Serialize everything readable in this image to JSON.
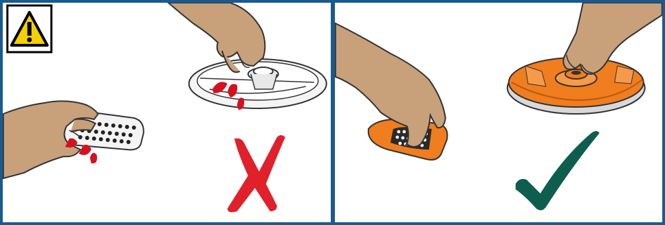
{
  "figure": {
    "panels": [
      {
        "id": "incorrect",
        "verdict": "wrong",
        "mark_icon": "cross-mark-icon",
        "mark_color": "#e0202a"
      },
      {
        "id": "correct",
        "verdict": "right",
        "mark_icon": "check-mark-icon",
        "mark_color": "#0d5e4e"
      }
    ],
    "warning_icon": "warning-triangle-icon",
    "colors": {
      "border": "#1b5a8e",
      "skin": "#c8a07a",
      "skin_shadow": "#a57b55",
      "blood": "#d6111e",
      "orange": "#f07d1e",
      "warning_yellow": "#f5d000"
    }
  }
}
